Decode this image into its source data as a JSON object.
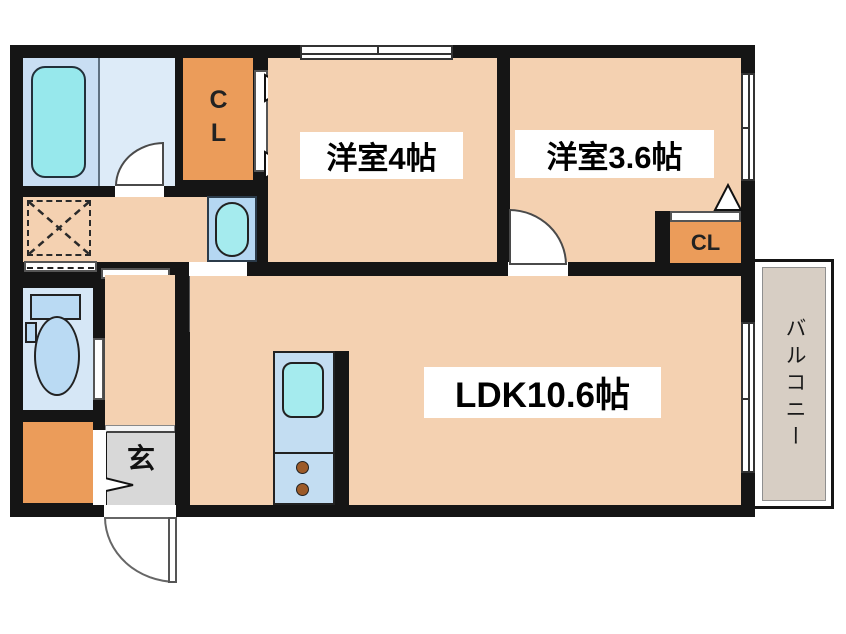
{
  "rooms": {
    "western4": {
      "label": "洋室4帖"
    },
    "western36": {
      "label": "洋室3.6帖"
    },
    "ldk": {
      "label": "LDK10.6帖"
    },
    "closet_top": {
      "label": "CL"
    },
    "closet_36": {
      "label": "CL"
    },
    "entrance": {
      "label": "玄"
    },
    "balcony": {
      "label": "バルコニー"
    }
  },
  "colors": {
    "wall": "#151515",
    "room": "#f4d1b1",
    "closet": "#eb9c5a",
    "bath": "#c9def3",
    "bath-light": "#ddebf8",
    "toilet": "#d6e7f6",
    "fixture": "#badaf3",
    "tub": "#97e8ec",
    "basin": "#b5d7f2",
    "kitchen": "#c3ddf2",
    "cyan": "#a5ebee",
    "genkan": "#d8d8d8",
    "balcony-fill": "#d7cec4",
    "burner": "#9c5a28"
  }
}
